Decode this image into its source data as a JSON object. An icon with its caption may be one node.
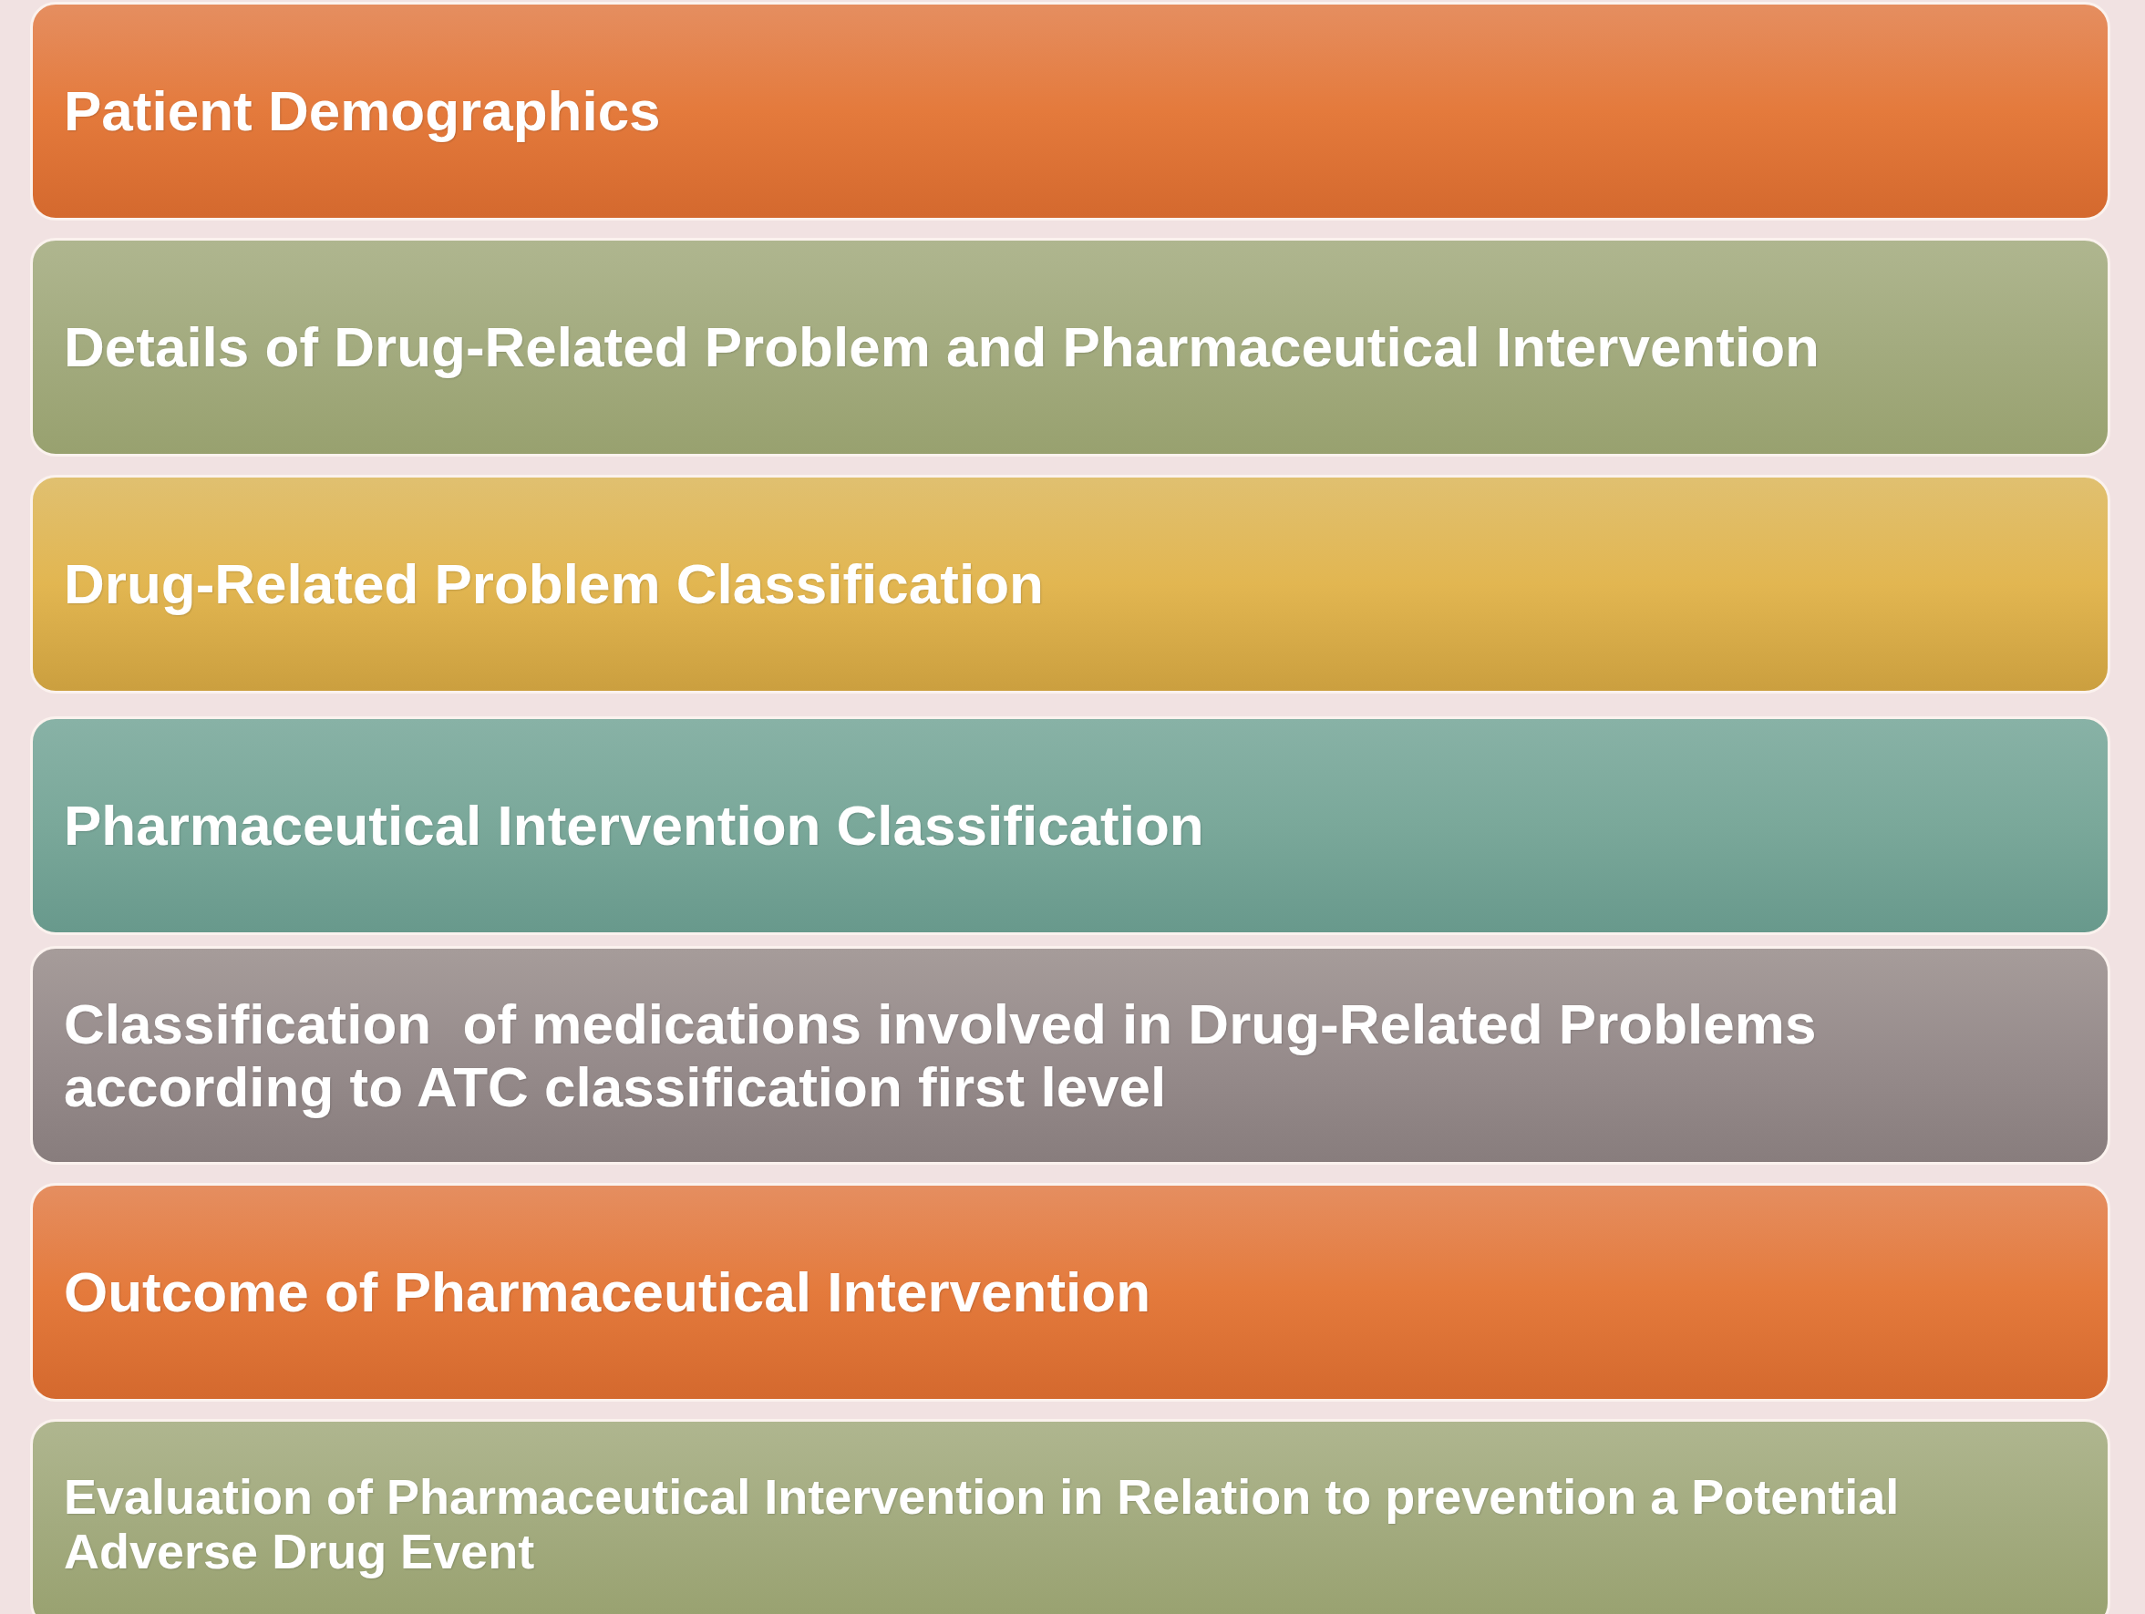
{
  "diagram": {
    "nodes": [
      {
        "text": [
          "Patient Demographics"
        ]
      },
      {
        "text": [
          "Details of Drug-Related Problem and Pharmaceutical Intervention"
        ]
      },
      {
        "text": [
          "Drug-Related Problem Classification"
        ]
      },
      {
        "text": [
          "Pharmaceutical Intervention Classification"
        ]
      },
      {
        "text": [
          "Classification  of medications involved in Drug-Related Problems according to ATC classification first level"
        ]
      },
      {
        "text": [
          "Outcome of Pharmaceutical Intervention"
        ]
      },
      {
        "text": [
          "Evaluation of Pharmaceutical Intervention in Relation to prevention a Potential Adverse Drug Event"
        ]
      }
    ]
  }
}
